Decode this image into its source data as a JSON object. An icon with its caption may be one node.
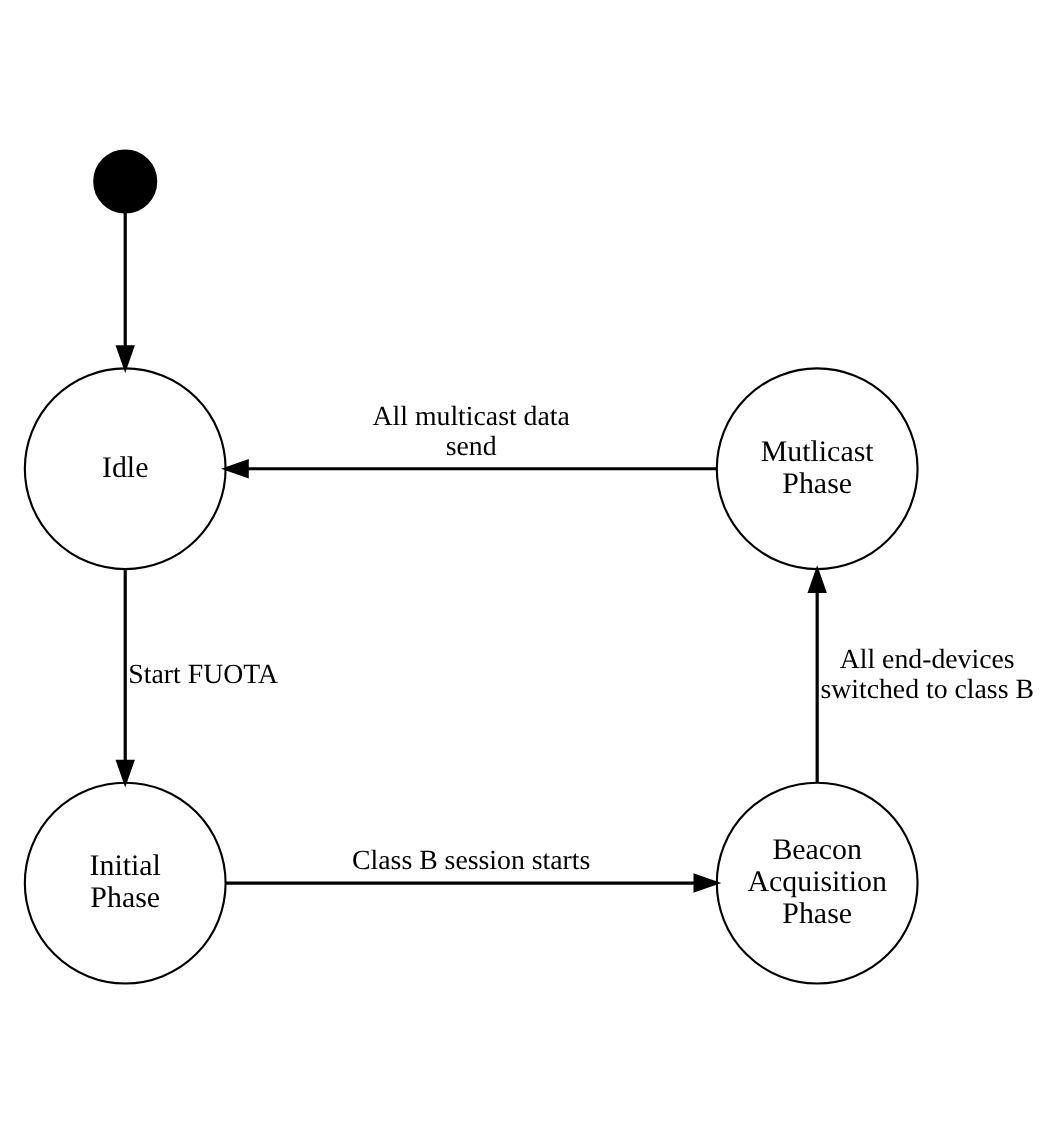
{
  "diagram": {
    "nodes": [
      {
        "text": [],
        "shape": "circle"
      },
      {
        "text": [
          "Idle"
        ]
      },
      {
        "text": [
          "Initial Phase"
        ]
      },
      {
        "text": [
          "Beacon Acquisition Phase"
        ]
      },
      {
        "text": [
          "Mutlicast Phase"
        ]
      }
    ],
    "edges": [
      {
        "from": 0,
        "to": 1,
        "arrow": "to"
      },
      {
        "from": 1,
        "to": 2,
        "arrow": "to",
        "label": "Start FUOTA"
      },
      {
        "from": 2,
        "to": 3,
        "arrow": "to",
        "label": "Class B session starts"
      },
      {
        "from": 3,
        "to": 4,
        "arrow": "to",
        "label": "All end-devices switched to class B"
      },
      {
        "from": 4,
        "to": 1,
        "arrow": "to",
        "label": "All multicast data send"
      }
    ]
  }
}
